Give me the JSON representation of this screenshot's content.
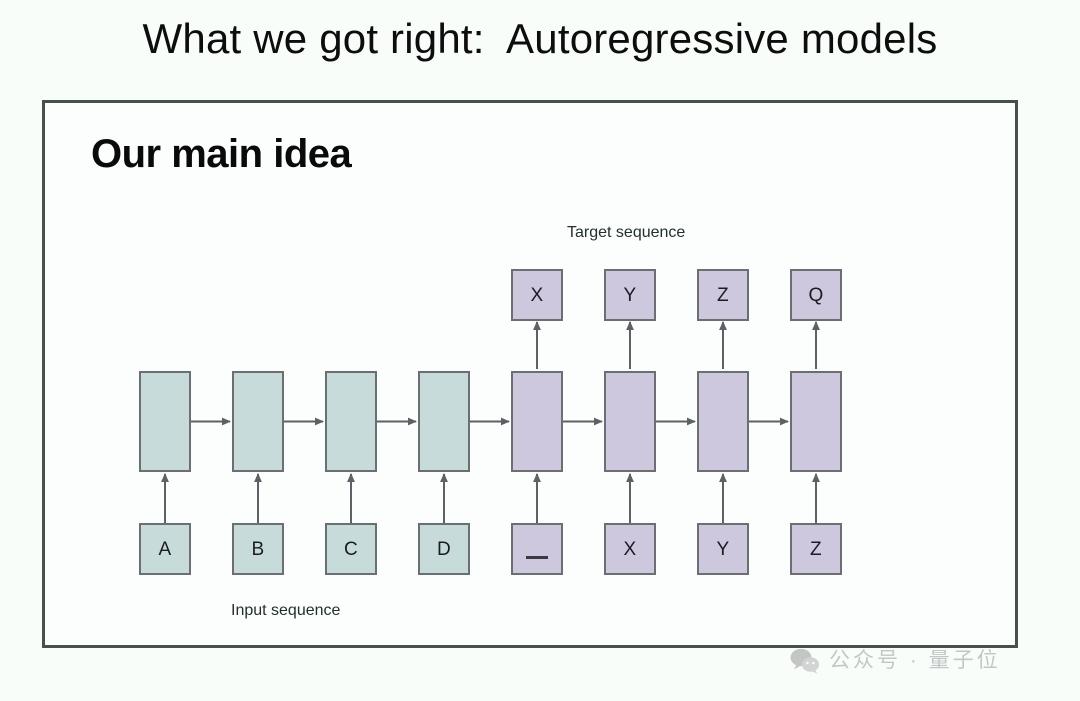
{
  "page": {
    "heading": "What we got right:  Autoregressive models",
    "background_color": "#f8fdfa"
  },
  "slide": {
    "title": "Our main idea",
    "border_color": "#475049",
    "background_color": "#fbfefc",
    "captions": {
      "target_sequence": "Target sequence",
      "input_sequence": "Input sequence"
    },
    "colors": {
      "encoder_fill": "#c7dcda",
      "decoder_fill": "#cdc8de",
      "node_stroke": "#6c6f72",
      "arrow": "#5d6165"
    },
    "diagram": {
      "type": "rnn-encoder-decoder",
      "input_tokens": [
        {
          "label": "A",
          "kind": "encoder"
        },
        {
          "label": "B",
          "kind": "encoder"
        },
        {
          "label": "C",
          "kind": "encoder"
        },
        {
          "label": "D",
          "kind": "encoder"
        },
        {
          "label": "_",
          "kind": "decoder"
        },
        {
          "label": "X",
          "kind": "decoder"
        },
        {
          "label": "Y",
          "kind": "decoder"
        },
        {
          "label": "Z",
          "kind": "decoder"
        }
      ],
      "hidden_states": [
        {
          "kind": "encoder"
        },
        {
          "kind": "encoder"
        },
        {
          "kind": "encoder"
        },
        {
          "kind": "encoder"
        },
        {
          "kind": "decoder"
        },
        {
          "kind": "decoder"
        },
        {
          "kind": "decoder"
        },
        {
          "kind": "decoder"
        }
      ],
      "target_tokens": [
        {
          "label": "X",
          "kind": "decoder"
        },
        {
          "label": "Y",
          "kind": "decoder"
        },
        {
          "label": "Z",
          "kind": "decoder"
        },
        {
          "label": "Q",
          "kind": "decoder"
        }
      ]
    }
  },
  "watermark": {
    "text": "公众号 · 量子位",
    "icon": "wechat-icon"
  }
}
